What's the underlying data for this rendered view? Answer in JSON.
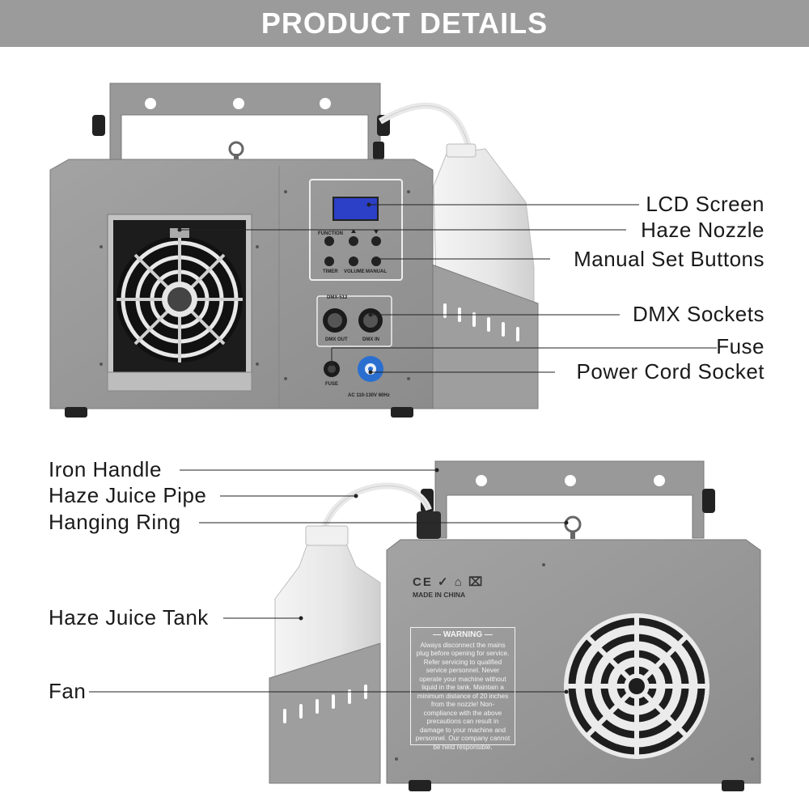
{
  "header": {
    "title": "PRODUCT DETAILS"
  },
  "front_labels": {
    "lcd_screen": "LCD Screen",
    "haze_nozzle": "Haze Nozzle",
    "manual_set_buttons": "Manual Set Buttons",
    "dmx_sockets": "DMX Sockets",
    "fuse": "Fuse",
    "power_cord_socket": "Power Cord Socket"
  },
  "back_labels": {
    "iron_handle": "Iron Handle",
    "haze_juice_pipe": "Haze Juice Pipe",
    "hanging_ring": "Hanging Ring",
    "haze_juice_tank": "Haze Juice Tank",
    "fan": "Fan"
  },
  "panel_text": {
    "function": "FUNCTION",
    "timer": "TIMER",
    "volume": "VOLUME",
    "manual": "MANUAL",
    "dmx_512": "DMX-512",
    "dmx_out": "DMX OUT",
    "dmx_in": "DMX IN",
    "fuse": "FUSE",
    "voltage": "AC 110-130V 60Hz"
  },
  "back_panel": {
    "marks": "CE ✓ ⌂ ⌧",
    "made_in": "MADE IN CHINA",
    "warning_title": "— WARNING —",
    "warning_text": "Always disconnect the mains plug before opening for service. Refer servicing to qualified service personnel. Never operate your machine without liquid in the tank. Maintain a minimum distance of 20 inches from the nozzle! Non-compliance with the above precautions can result in damage to your machine and personnel. Our company cannot be held responsible."
  },
  "colors": {
    "banner": "#9b9b9b",
    "body_gray": "#9a9a9a",
    "lcd_blue": "#2b3fc7",
    "power_socket": "#2a6fd0"
  }
}
